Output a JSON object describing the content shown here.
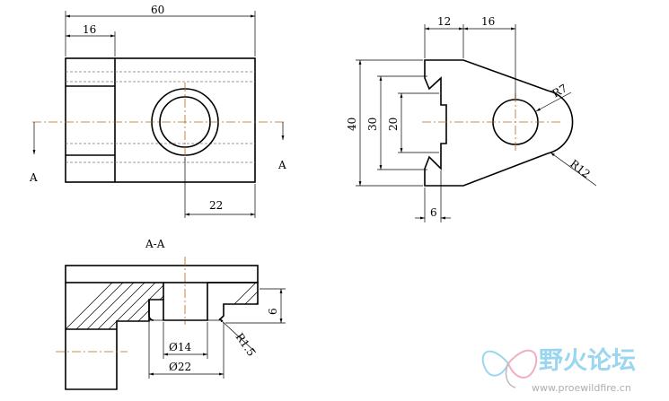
{
  "front_view": {
    "dim_width": "60",
    "dim_step": "16",
    "dim_hole_offset": "22",
    "section_mark_left": "A",
    "section_mark_right": "A"
  },
  "side_view": {
    "dim_top_left": "12",
    "dim_top_right": "16",
    "dim_height_40": "40",
    "dim_height_30": "30",
    "dim_height_20": "20",
    "dim_bottom": "6",
    "radius_small": "R7",
    "radius_large": "R12"
  },
  "section_view": {
    "title": "A-A",
    "dim_depth": "6",
    "dim_d14": "Ø14",
    "dim_d22": "Ø22",
    "dim_r15": "R1.5"
  },
  "watermark": {
    "name": "野火论坛",
    "url": "www.proewildfire.cn"
  },
  "colors": {
    "centerline": "#b5651d",
    "watermark": "#8ad0ee"
  }
}
